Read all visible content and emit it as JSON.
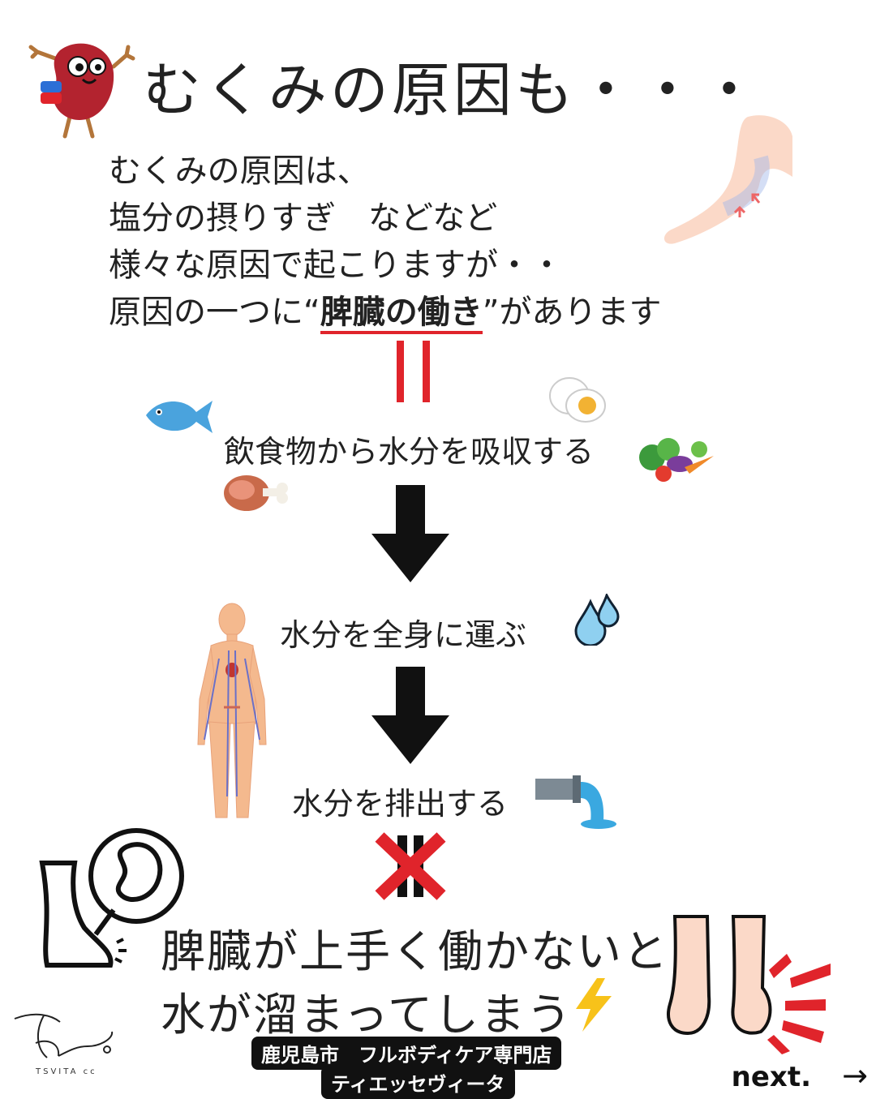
{
  "header": {
    "title": "むくみの原因も・・・"
  },
  "intro": {
    "lines": [
      "むくみの原因は、",
      "塩分の摂りすぎ　などなど",
      "様々な原因で起こりますが・・"
    ],
    "line4_before": "原因の一つに“",
    "line4_highlight": "脾臓の働き",
    "line4_after": "”があります"
  },
  "steps": {
    "absorb": "飲食物から水分を吸収する",
    "carry": "水分を全身に運ぶ",
    "excrete": "水分を排出する"
  },
  "conclusion": {
    "line1": "脾臓が上手く働かないと",
    "line2": "水が溜まってしまう"
  },
  "footer": {
    "store_line1": "鹿児島市　フルボディケア専門店",
    "store_line2": "ティエッセヴィータ",
    "logo_text": "TSVITA cc",
    "next_label": "next.",
    "next_arrow": "→"
  },
  "colors": {
    "accent_red": "#e0242b",
    "water_blue": "#3aa8e0",
    "text": "#222222"
  }
}
